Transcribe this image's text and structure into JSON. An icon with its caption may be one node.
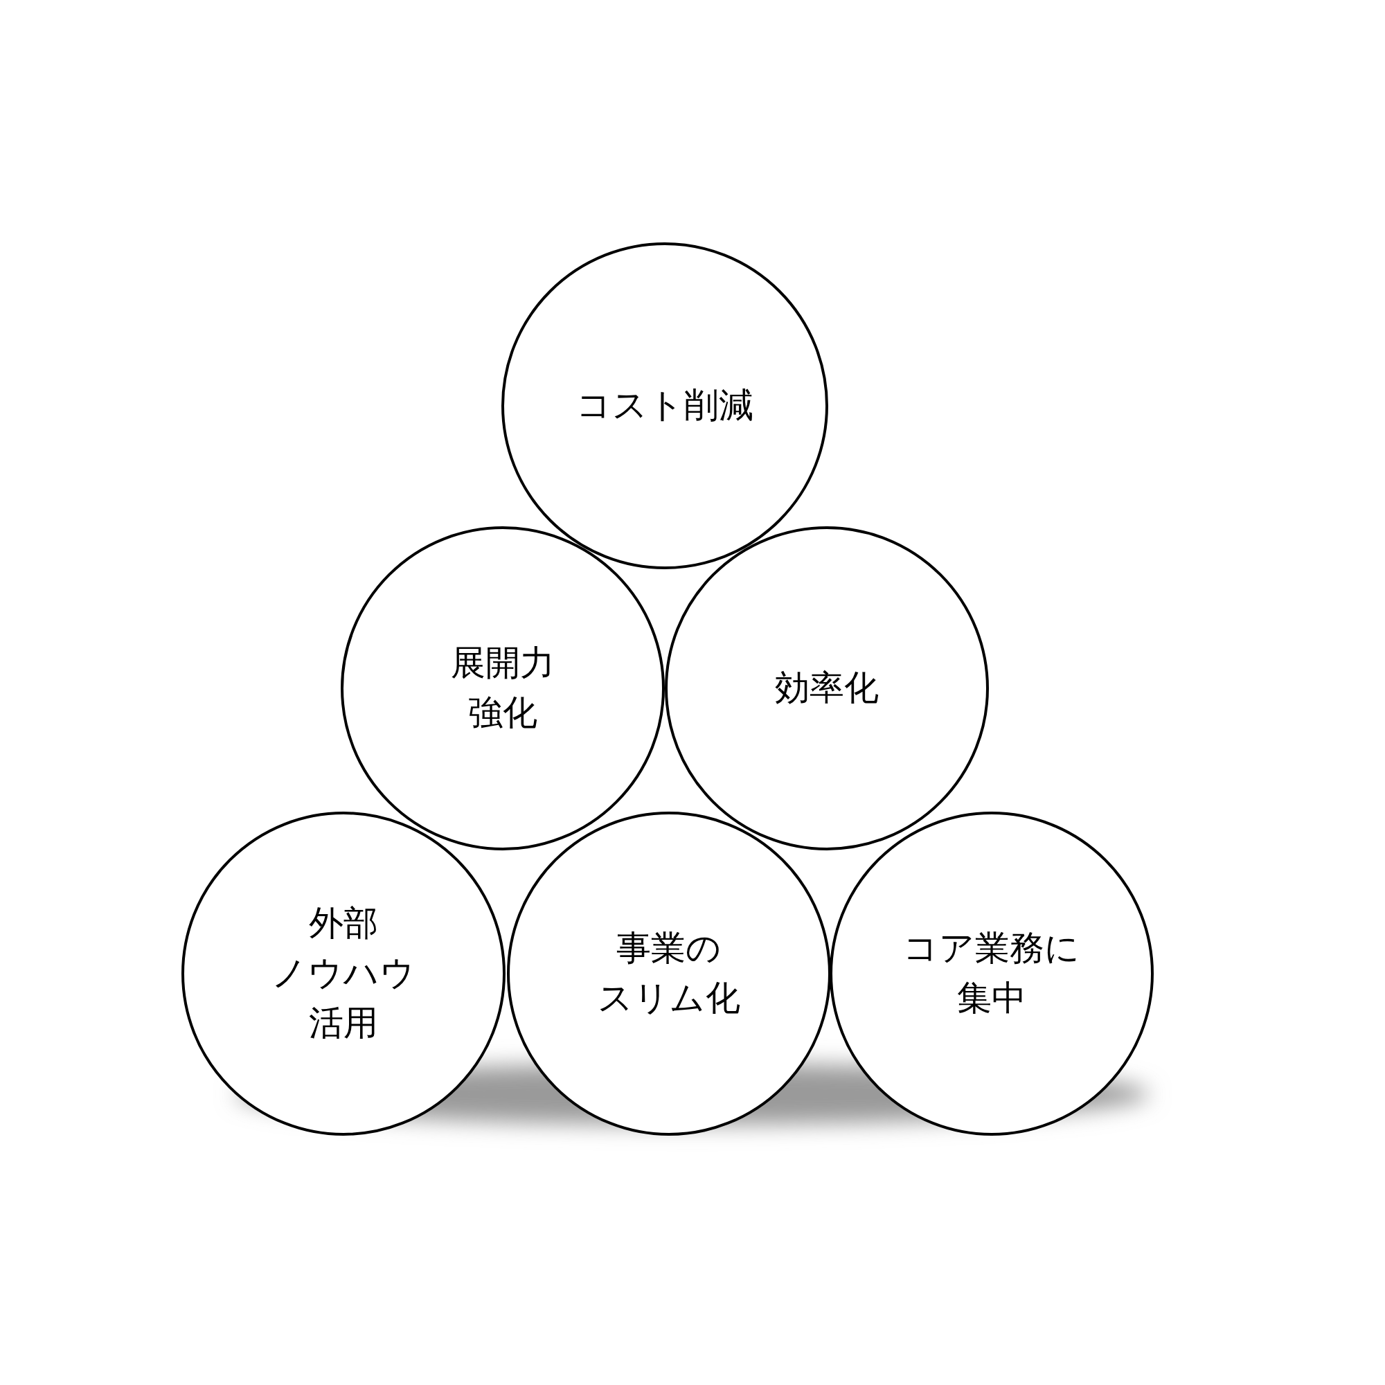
{
  "diagram": {
    "nodes": [
      {
        "text": [
          "コスト削減"
        ]
      },
      {
        "text": [
          "展開力強化"
        ]
      },
      {
        "text": [
          "効率化"
        ]
      },
      {
        "text": [
          "外部ノウハウ活用"
        ]
      },
      {
        "text": [
          "事業のスリム化"
        ]
      },
      {
        "text": [
          "コア業務に集中"
        ]
      }
    ]
  }
}
